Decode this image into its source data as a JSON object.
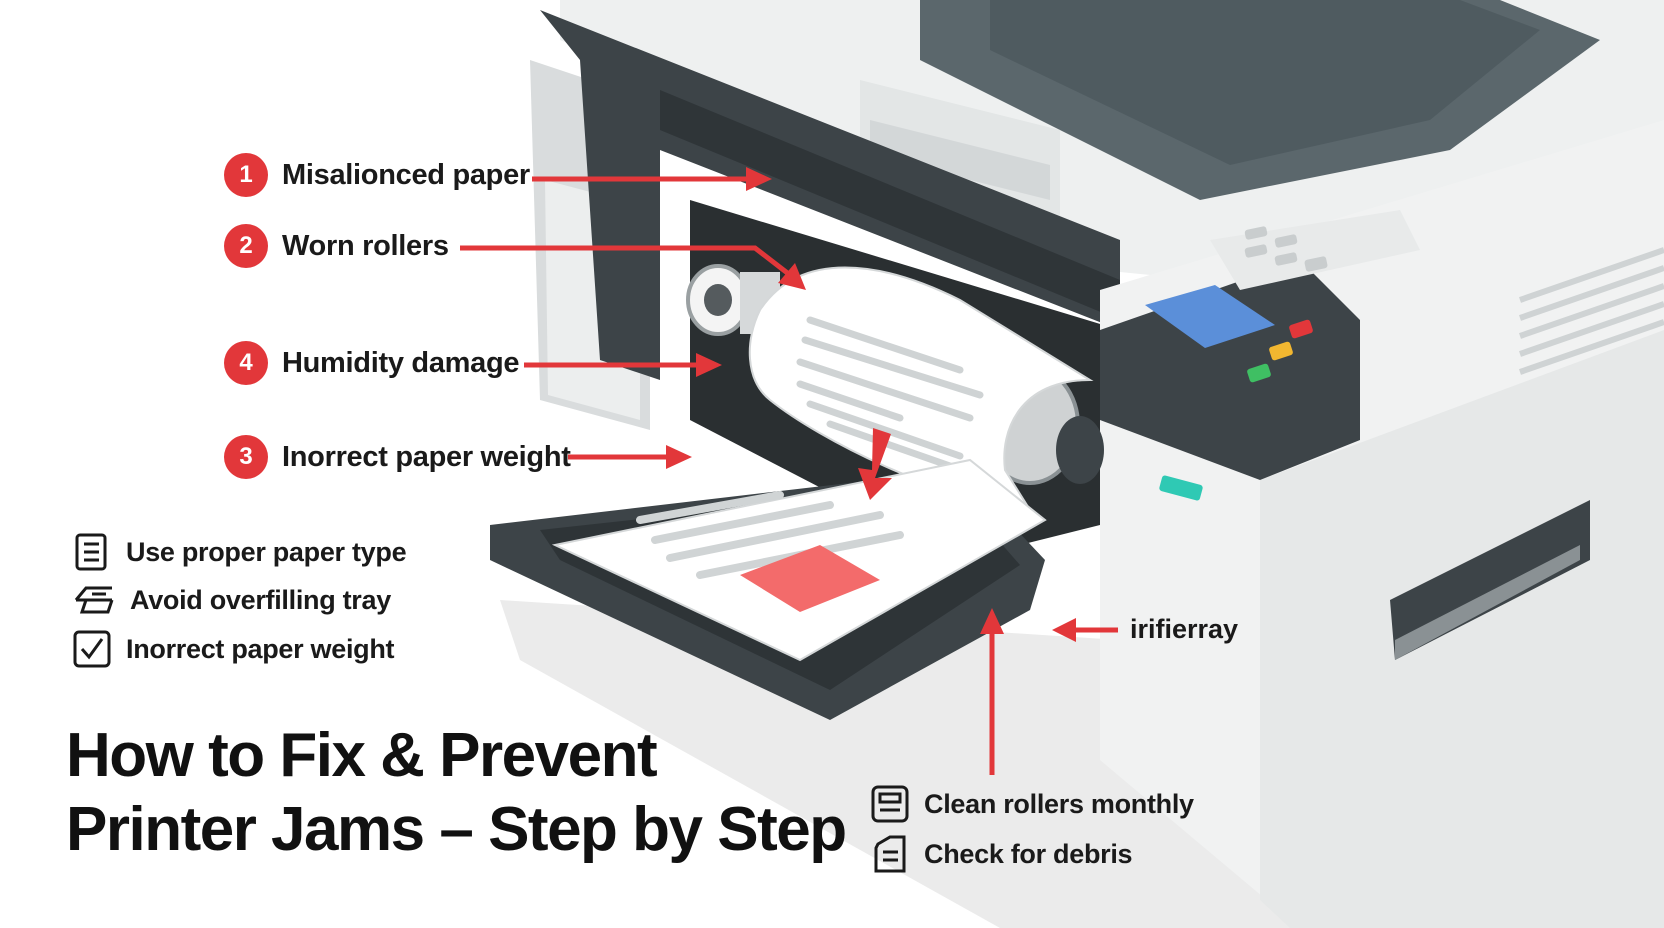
{
  "causes": [
    {
      "number": "1",
      "label": "Misalionced paper"
    },
    {
      "number": "2",
      "label": "Worn rollers"
    },
    {
      "number": "4",
      "label": "Humidity damage"
    },
    {
      "number": "3",
      "label": "Inorrect paper weight"
    }
  ],
  "tips_left": [
    {
      "label": "Use proper paper type",
      "icon": "document-list-icon"
    },
    {
      "label": "Avoid overfilling tray",
      "icon": "tray-paper-icon"
    },
    {
      "label": "Inorrect paper weight",
      "icon": "checkbox-icon"
    }
  ],
  "tray_label": "irifierray",
  "tips_bottom": [
    {
      "label": "Clean rollers monthly",
      "icon": "roller-document-icon"
    },
    {
      "label": "Check for debris",
      "icon": "document-edit-icon"
    }
  ],
  "title": {
    "line1": "How to Fix & Prevent",
    "line2": "Printer Jams – Step by Step"
  },
  "colors": {
    "accent_red": "#e2373a",
    "printer_dark": "#3d4448",
    "printer_light": "#f1f2f2",
    "screen_blue": "#5b8fd9",
    "status_teal": "#2fc9b4"
  }
}
